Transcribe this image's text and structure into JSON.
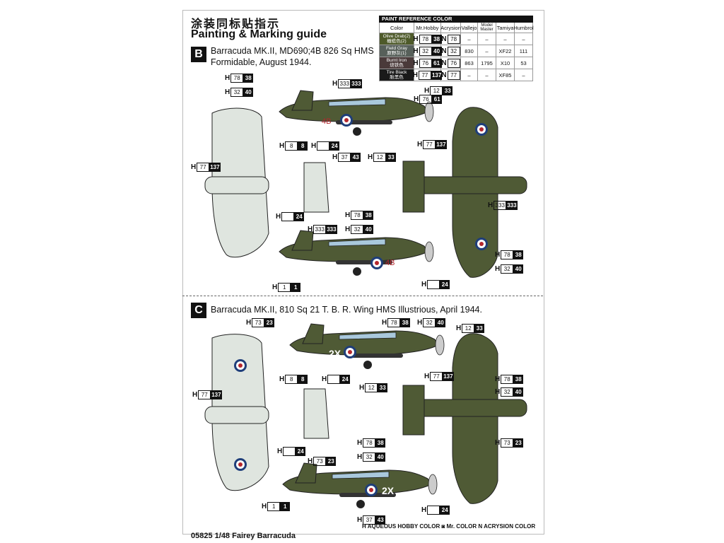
{
  "header": {
    "title_cn": "涂装同标贴指示",
    "title_en": "Painting & Marking guide"
  },
  "paint_table": {
    "title": "PAINT REFERENCE COLOR",
    "columns": [
      "Color",
      "Mr.Hobby",
      "Acrysion",
      "Vallejo",
      "Model Master",
      "Tamiya",
      "Humbrol"
    ],
    "rows": [
      {
        "name": "Olive Drab(2)",
        "name_cn": "橄榄色(2)",
        "color": "#4e5a2a",
        "h": "78",
        "c": "38",
        "n": "78",
        "vallejo": "–",
        "mm": "–",
        "tamiya": "–",
        "humbrol": "–"
      },
      {
        "name": "Field Gray",
        "name_cn": "原野灰(1)",
        "color": "#57605a",
        "h": "32",
        "c": "40",
        "n": "32",
        "vallejo": "830",
        "mm": "–",
        "tamiya": "XF22",
        "humbrol": "111"
      },
      {
        "name": "Burnt Iron",
        "name_cn": "烧铁色",
        "color": "#4a3a3a",
        "h": "76",
        "c": "61",
        "n": "76",
        "vallejo": "863",
        "mm": "1795",
        "tamiya": "X10",
        "humbrol": "53"
      },
      {
        "name": "Tire Black",
        "name_cn": "胎黑色",
        "color": "#1a1a1a",
        "h": "77",
        "c": "137",
        "n": "77",
        "vallejo": "–",
        "mm": "–",
        "tamiya": "XF85",
        "humbrol": "–"
      }
    ]
  },
  "scheme_b": {
    "badge": "B",
    "desc_line1": "Barracuda MK.II, MD690;4B 826 Sq HMS",
    "desc_line2": "Formidable, August 1944.",
    "code": "4B"
  },
  "scheme_c": {
    "badge": "C",
    "desc": "Barracuda MK.II, 810 Sq 21 T. B. R. Wing HMS Illustrious, April 1944.",
    "code": "2X"
  },
  "callouts_b": [
    {
      "h": "78",
      "c": "38"
    },
    {
      "h": "32",
      "c": "40"
    },
    {
      "h": "333",
      "c": "333"
    },
    {
      "h": "12",
      "c": "33"
    },
    {
      "h": "76",
      "c": "61"
    },
    {
      "h": "8",
      "c": "8"
    },
    {
      "h": "",
      "c": "24"
    },
    {
      "h": "37",
      "c": "43"
    },
    {
      "h": "12",
      "c": "33"
    },
    {
      "h": "77",
      "c": "137"
    },
    {
      "h": "77",
      "c": "137"
    },
    {
      "h": "",
      "c": "24"
    },
    {
      "h": "333",
      "c": "333"
    },
    {
      "h": "78",
      "c": "38"
    },
    {
      "h": "32",
      "c": "40"
    },
    {
      "h": "333",
      "c": "333"
    },
    {
      "h": "78",
      "c": "38"
    },
    {
      "h": "32",
      "c": "40"
    },
    {
      "h": "1",
      "c": "1"
    },
    {
      "h": "",
      "c": "24"
    }
  ],
  "callouts_c": [
    {
      "h": "73",
      "c": "23"
    },
    {
      "h": "78",
      "c": "38"
    },
    {
      "h": "32",
      "c": "40"
    },
    {
      "h": "12",
      "c": "33"
    },
    {
      "h": "8",
      "c": "8"
    },
    {
      "h": "",
      "c": "24"
    },
    {
      "h": "12",
      "c": "33"
    },
    {
      "h": "77",
      "c": "137"
    },
    {
      "h": "77",
      "c": "137"
    },
    {
      "h": "78",
      "c": "38"
    },
    {
      "h": "32",
      "c": "40"
    },
    {
      "h": "",
      "c": "24"
    },
    {
      "h": "73",
      "c": "23"
    },
    {
      "h": "78",
      "c": "38"
    },
    {
      "h": "32",
      "c": "40"
    },
    {
      "h": "73",
      "c": "23"
    },
    {
      "h": "1",
      "c": "1"
    },
    {
      "h": "37",
      "c": "43"
    },
    {
      "h": "",
      "c": "24"
    }
  ],
  "footer": {
    "code": "05825 1/48  Fairey Barracuda",
    "legend": "H  AQUEOUS HOBBY COLOR   ◙ Mr. COLOR   N  ACRYSION COLOR"
  },
  "colors": {
    "camo_green": "#4f5a35",
    "camo_gray": "#5c6358",
    "underside": "#dfe5df",
    "roundel_blue": "#1f3e7a",
    "roundel_red": "#b5272d"
  }
}
